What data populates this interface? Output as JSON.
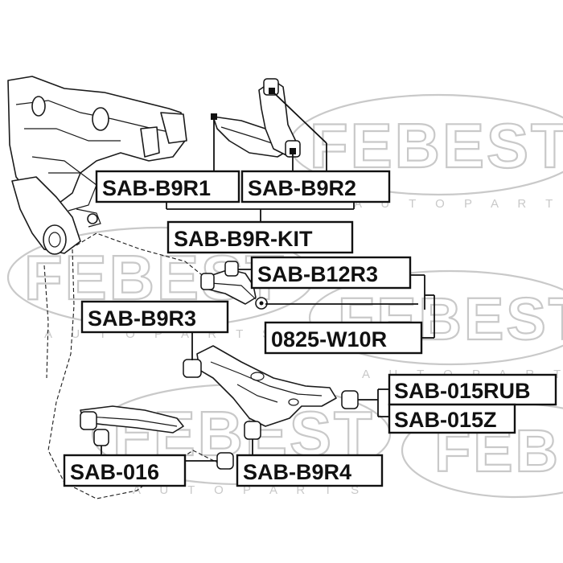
{
  "watermark": {
    "brand": "FEBEST",
    "tagline": "A U T O   P A R T S"
  },
  "labels": {
    "b9r1": "SAB-B9R1",
    "b9r2": "SAB-B9R2",
    "b9r_kit": "SAB-B9R-KIT",
    "b12r3": "SAB-B12R3",
    "b9r3": "SAB-B9R3",
    "w10r": "0825-W10R",
    "rub015": "SAB-015RUB",
    "z015": "SAB-015Z",
    "s016": "SAB-016",
    "b9r4": "SAB-B9R4"
  },
  "colors": {
    "ink": "#111111",
    "watermark": "#c9c9c9",
    "background": "#ffffff"
  }
}
